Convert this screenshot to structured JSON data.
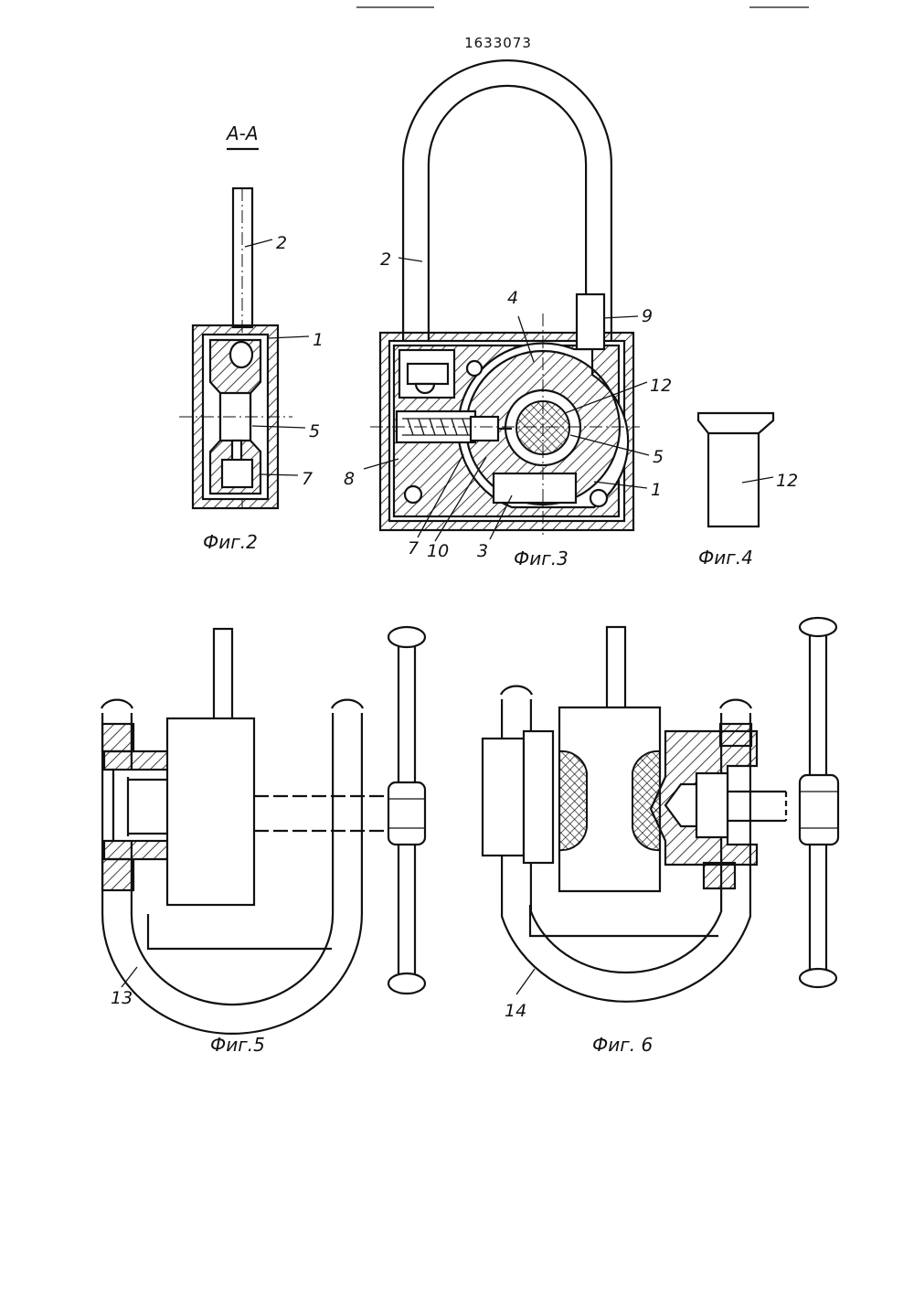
{
  "patent_number": "1633073",
  "section_label": "А-А",
  "figures": {
    "fig2": {
      "caption": "Фиг.2",
      "labels": [
        "2",
        "1",
        "5",
        "7"
      ]
    },
    "fig3": {
      "caption": "Фиг.3",
      "labels": [
        "2",
        "4",
        "9",
        "12",
        "5",
        "1",
        "8",
        "7",
        "10",
        "3"
      ]
    },
    "fig4": {
      "caption": "Фиг.4",
      "labels": [
        "12"
      ]
    },
    "fig5": {
      "caption": "Фиг.5",
      "labels": [
        "13"
      ]
    },
    "fig6": {
      "caption": "Фиг. 6",
      "labels": [
        "14"
      ]
    }
  }
}
